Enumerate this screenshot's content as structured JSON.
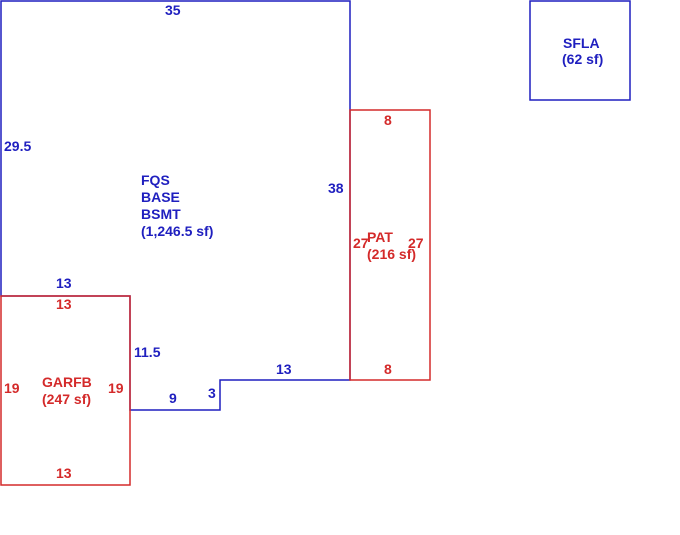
{
  "colors": {
    "primary_area": "#1f1fbf",
    "secondary_area": "#d42a2a"
  },
  "areas": {
    "base": {
      "line1": "FQS",
      "line2": "BASE",
      "line3": "BSMT",
      "area": "(1,246.5 sf)"
    },
    "sfla": {
      "name": "SFLA",
      "area": "(62 sf)"
    },
    "pat": {
      "name": "PAT",
      "area": "(216 sf)"
    },
    "garfb": {
      "name": "GARFB",
      "area": "(247 sf)"
    }
  },
  "dimensions": {
    "base_top": "35",
    "base_left": "29.5",
    "base_right": "38",
    "base_step_top": "13",
    "base_step_side": "11.5",
    "base_bottom_right": "13",
    "base_bottom_mid": "9",
    "base_notch": "3",
    "pat_top": "8",
    "pat_bottom": "8",
    "pat_left": "27",
    "pat_right": "27",
    "garfb_top": "13",
    "garfb_bottom": "13",
    "garfb_left": "19",
    "garfb_right": "19"
  }
}
